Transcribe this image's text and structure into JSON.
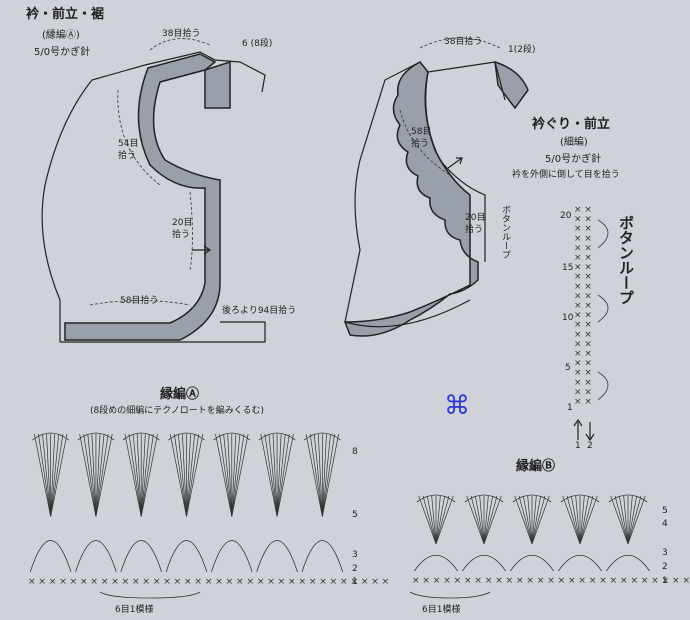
{
  "left_piece": {
    "title": "衿・前立・裾",
    "subtitle": "(縁編Ⓐ)",
    "hook": "5/0号かぎ針",
    "neck_count": "38目拾う",
    "collar_rows": "6 (8段)",
    "front_count_a": "54目",
    "front_count_a2": "拾う",
    "front_count_b": "20目",
    "front_count_b2": "拾う",
    "hem_count": "58目拾う",
    "back_count": "後ろより94目拾う"
  },
  "right_piece": {
    "title": "衿ぐり・前立",
    "subtitle": "(細編)",
    "hook": "5/0号かぎ針",
    "note": "衿を外側に倒して目を拾う",
    "neck_count": "38目拾う",
    "rows": "1(2段)",
    "front_count_a": "58目",
    "front_count_a2": "拾う",
    "front_count_b": "20目",
    "front_count_b2": "拾う",
    "button_loop_label": "ボタンループ"
  },
  "button_loop_chart": {
    "title": "ボタンループ",
    "row_numbers": [
      "20",
      "15",
      "10",
      "5",
      "1"
    ],
    "bottom_labels": [
      "1",
      "2"
    ]
  },
  "edge_a": {
    "title": "縁編Ⓐ",
    "note": "(8段めの細編にテクノロートを編みくるむ)",
    "row_labels": [
      "8",
      "5",
      "3",
      "2",
      "1"
    ],
    "repeat_label": "6目1模様"
  },
  "edge_b": {
    "title": "縁編Ⓑ",
    "row_labels": [
      "5",
      "4",
      "3",
      "2",
      "1"
    ],
    "repeat_label": "6目1模様"
  },
  "accent_icon": "command-key-icon",
  "colors": {
    "background": "#cfd2d8",
    "band": "#9aa0aa",
    "ink": "#222222",
    "accent": "#2f3fd6"
  }
}
